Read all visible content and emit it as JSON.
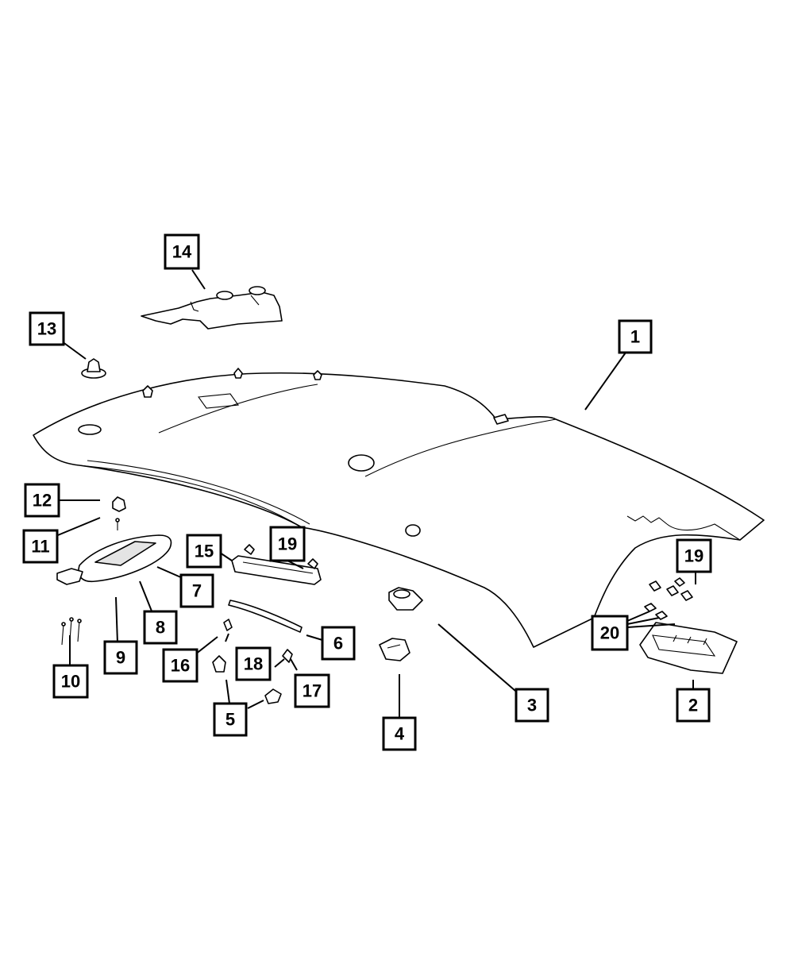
{
  "callouts": {
    "c1": "1",
    "c2": "2",
    "c3": "3",
    "c4": "4",
    "c5": "5",
    "c6": "6",
    "c7": "7",
    "c8": "8",
    "c9": "9",
    "c10": "10",
    "c11": "11",
    "c12": "12",
    "c13": "13",
    "c14": "14",
    "c15": "15",
    "c16": "16",
    "c17": "17",
    "c18": "18",
    "c19a": "19",
    "c19b": "19",
    "c20": "20"
  },
  "colors": {
    "line": "#000000",
    "background": "#ffffff",
    "shade": "#e4e4e4"
  }
}
